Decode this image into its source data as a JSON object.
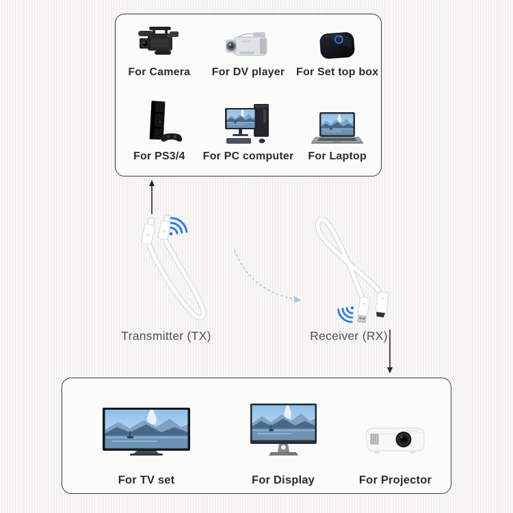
{
  "sources_box": {
    "items": [
      {
        "label": "For Camera",
        "icon": "camera-icon"
      },
      {
        "label": "For DV player",
        "icon": "dv-player-icon"
      },
      {
        "label": "For Set top box",
        "icon": "set-top-box-icon"
      },
      {
        "label": "For PS3/4",
        "icon": "ps-console-icon"
      },
      {
        "label": "For PC computer",
        "icon": "pc-computer-icon"
      },
      {
        "label": "For Laptop",
        "icon": "laptop-icon"
      }
    ]
  },
  "transmitter": {
    "label": "Transmitter (TX)"
  },
  "receiver": {
    "label": "Receiver (RX)"
  },
  "outputs_box": {
    "items": [
      {
        "label": "For TV set",
        "icon": "tv-icon"
      },
      {
        "label": "For Display",
        "icon": "display-icon"
      },
      {
        "label": "For Projector",
        "icon": "projector-icon"
      }
    ]
  },
  "colors": {
    "background": "#f4f3f1",
    "box_border": "#3a3a3a",
    "label_dark": "#2b2b2b",
    "label_gray": "#505050",
    "wifi_blue": "#2a7ce0",
    "dashed_arrow_blue": "#a9c6e6",
    "arrow_dark": "#222222"
  }
}
